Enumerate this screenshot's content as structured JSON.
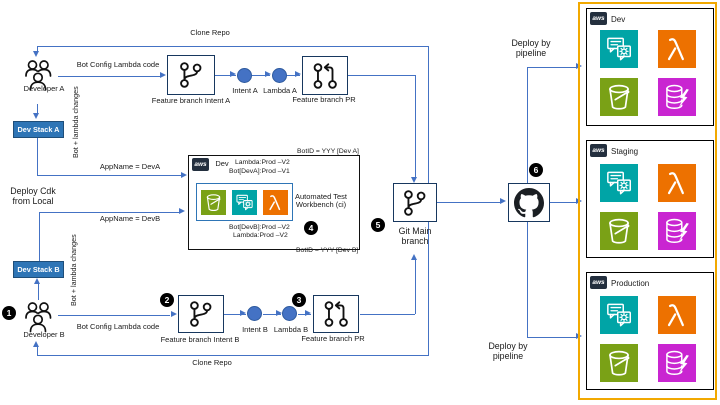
{
  "colors": {
    "arrow_blue": "#4472C4",
    "stack_blue": "#2E75B6",
    "box_border_navy": "#17375E",
    "env_border_gold": "#F2A900",
    "aws_dark": "#232F3E",
    "s3_green": "#7AA116",
    "lex_teal": "#00A4A6",
    "lambda_orange": "#ED7100",
    "database_magenta": "#C925D1"
  },
  "people": {
    "developer_a": "Developer A",
    "developer_b": "Developer B"
  },
  "stacks": {
    "dev_stack_a": "Dev Stack A",
    "dev_stack_b": "Dev Stack B"
  },
  "edge_labels": {
    "clone_repo_top": "Clone Repo",
    "clone_repo_bottom": "Clone Repo",
    "bot_config_lambda_a": "Bot Config Lambda code",
    "bot_config_lambda_b": "Bot Config Lambda code",
    "bot_lambda_changes_a": "Bot + lambda changes",
    "bot_lambda_changes_b": "Bot + lambda changes",
    "appname_deva": "AppName = DevA",
    "appname_devb": "AppName = DevB",
    "deploy_cdk_local": "Deploy Cdk from Local",
    "deploy_pipeline_top": "Deploy by pipeline",
    "deploy_pipeline_bottom": "Deploy by pipeline"
  },
  "branch_flow_a": {
    "feature_intent": "Feature branch Intent A",
    "intent_node": "Intent A",
    "lambda_node": "Lambda A",
    "feature_pr": "Feature branch PR"
  },
  "branch_flow_b": {
    "feature_intent": "Feature branch Intent B",
    "intent_node": "Intent B",
    "lambda_node": "Lambda B",
    "feature_pr": "Feature branch PR"
  },
  "local_stack": {
    "aws_logo": "aws",
    "title": "Dev",
    "header_line1": "Lambda:Prod –V2",
    "header_line2": "Bot[DevA]:Prod –V1",
    "footer_line1": "Bot[DevB]:Prod –V2",
    "footer_line2": "Lambda:Prod –V2"
  },
  "test_workbench": {
    "botid_dev_a": "BotID = YYY [Dev A]",
    "name_line1": "Automated Test",
    "name_line2": "Workbench (ci)",
    "botid_dev_b": "BotID = YYY [Dev B]"
  },
  "git_main": {
    "label": "Git Main branch"
  },
  "badges": {
    "developer_b": "1",
    "feature_intent_b": "2",
    "feature_pr_b": "3",
    "test_workbench": "4",
    "git_main": "5",
    "github": "6"
  },
  "environments": [
    {
      "name": "Dev",
      "aws_logo": "aws"
    },
    {
      "name": "Staging",
      "aws_logo": "aws"
    },
    {
      "name": "Production",
      "aws_logo": "aws"
    }
  ],
  "icons": {
    "team": "developers-icon",
    "git_branch": "git-branch-icon",
    "git_pr": "git-pull-request-icon",
    "github": "github-octocat-icon",
    "s3": "s3-bucket-icon",
    "lex": "lex-chatbot-icon",
    "lambda": "lambda-icon",
    "database": "database-cache-icon",
    "aws": "aws-logo"
  }
}
